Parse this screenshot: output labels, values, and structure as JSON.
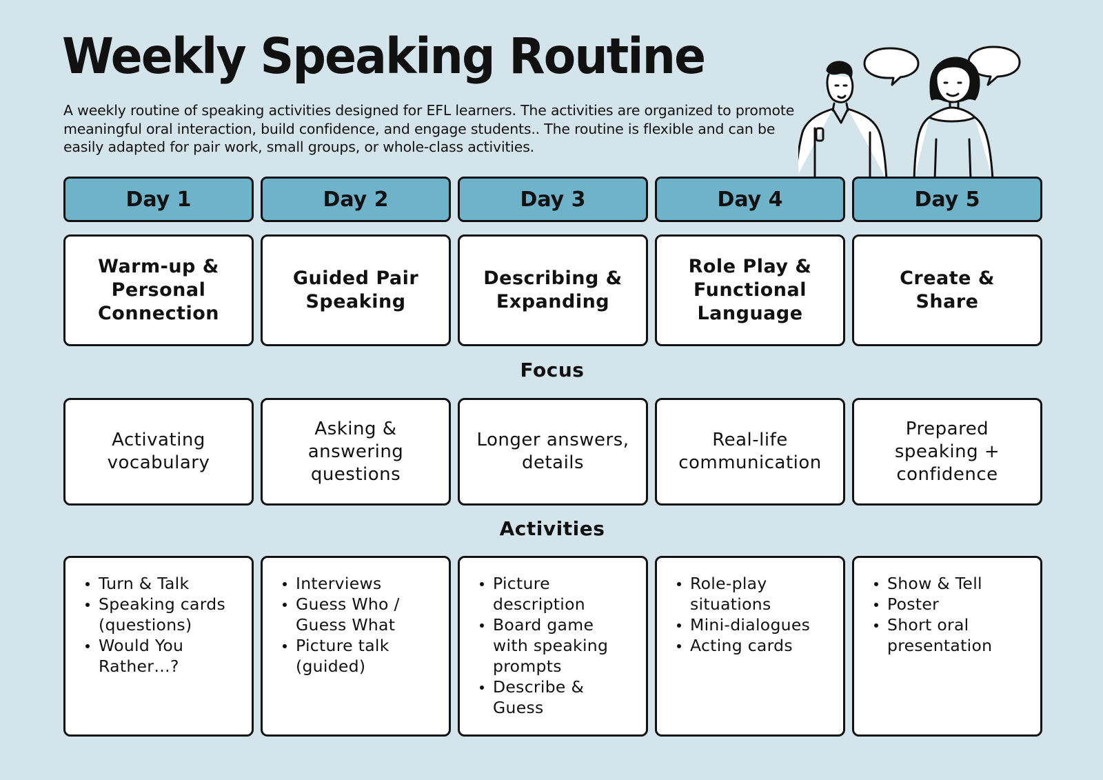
{
  "title": "Weekly Speaking Routine",
  "intro": "A weekly routine of speaking activities designed for EFL learners. The activities are organized to promote meaningful oral interaction, build confidence, and engage students.. The routine is flexible and can be easily adapted for pair work, small groups, or whole-class activities.",
  "section_focus": "Focus",
  "section_activities": "Activities",
  "days": [
    {
      "label": "Day 1",
      "theme": "Warm-up & Personal Connection",
      "focus": "Activating vocabulary",
      "activities": [
        "Turn & Talk",
        "Speaking cards (questions)",
        "Would You Rather…?"
      ]
    },
    {
      "label": "Day 2",
      "theme": "Guided Pair Speaking",
      "focus": "Asking & answering questions",
      "activities": [
        "Interviews",
        "Guess Who / Guess What",
        "Picture talk (guided)"
      ]
    },
    {
      "label": "Day 3",
      "theme": "Describing & Expanding",
      "focus": "Longer answers, details",
      "activities": [
        "Picture description",
        "Board game with speaking prompts",
        "Describe & Guess"
      ]
    },
    {
      "label": "Day 4",
      "theme": "Role Play & Functional Language",
      "focus": "Real-life communication",
      "activities": [
        "Role-play situations",
        "Mini-dialogues",
        "Acting cards"
      ]
    },
    {
      "label": "Day 5",
      "theme": "Create & Share",
      "focus": "Prepared speaking + confidence",
      "activities": [
        "Show & Tell",
        "Poster",
        "Short oral presentation"
      ]
    }
  ],
  "colors": {
    "background": "#d3e4ea",
    "day_header": "#6fb3ca",
    "card": "#ffffff",
    "ink": "#111111"
  },
  "icons": [
    "teacher-figure-icon",
    "speech-bubble-icon"
  ]
}
